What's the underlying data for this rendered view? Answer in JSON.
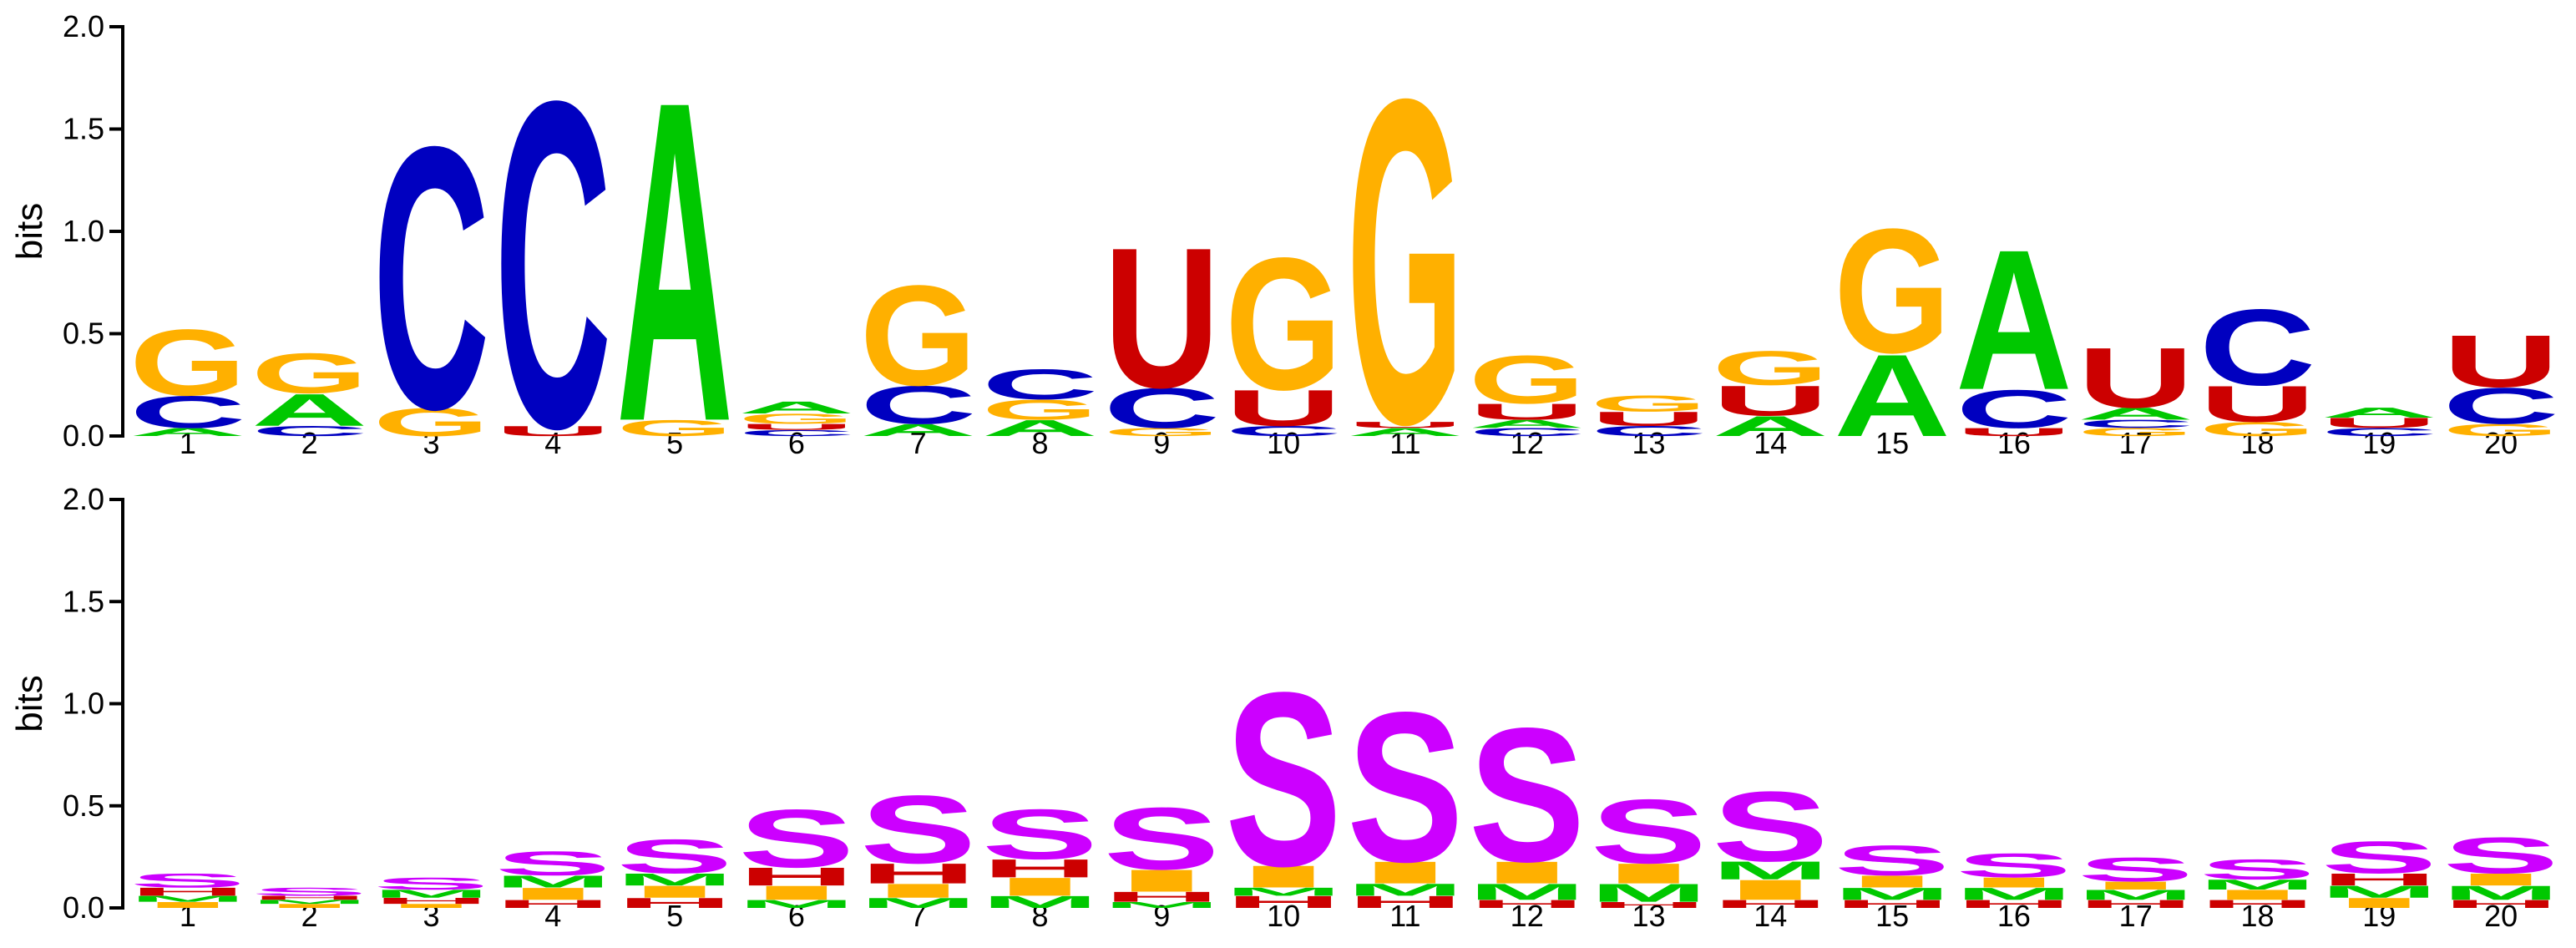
{
  "colors": {
    "A": "#00c800",
    "C": "#0000c0",
    "G": "#ffb000",
    "U": "#cc0000",
    "S": "#cc00ff",
    "M": "#00c800",
    "H": "#cc0000",
    "I": "#ffb000"
  },
  "chart_data": [
    {
      "type": "sequence_logo",
      "ylabel": "bits",
      "ylim": [
        0,
        2.0
      ],
      "yticks": [
        "0.0",
        "0.5",
        "1.0",
        "1.5",
        "2.0"
      ],
      "categories": [
        "1",
        "2",
        "3",
        "4",
        "5",
        "6",
        "7",
        "8",
        "9",
        "10",
        "11",
        "12",
        "13",
        "14",
        "15",
        "16",
        "17",
        "18",
        "19",
        "20"
      ],
      "positions": [
        [
          [
            "A",
            0.04
          ],
          [
            "C",
            0.16
          ],
          [
            "G",
            0.33
          ]
        ],
        [
          [
            "C",
            0.05
          ],
          [
            "A",
            0.16
          ],
          [
            "G",
            0.2
          ]
        ],
        [
          [
            "G",
            0.14
          ],
          [
            "C",
            1.31
          ]
        ],
        [
          [
            "U",
            0.05
          ],
          [
            "C",
            1.63
          ]
        ],
        [
          [
            "G",
            0.08
          ],
          [
            "A",
            1.6
          ]
        ],
        [
          [
            "C",
            0.03
          ],
          [
            "U",
            0.03
          ],
          [
            "G",
            0.05
          ],
          [
            "A",
            0.06
          ]
        ],
        [
          [
            "A",
            0.06
          ],
          [
            "C",
            0.19
          ],
          [
            "G",
            0.5
          ]
        ],
        [
          [
            "A",
            0.08
          ],
          [
            "G",
            0.1
          ],
          [
            "C",
            0.15
          ]
        ],
        [
          [
            "G",
            0.04
          ],
          [
            "C",
            0.2
          ],
          [
            "U",
            0.7
          ]
        ],
        [
          [
            "C",
            0.05
          ],
          [
            "U",
            0.18
          ],
          [
            "G",
            0.66
          ]
        ],
        [
          [
            "A",
            0.04
          ],
          [
            "U",
            0.03
          ],
          [
            "G",
            1.62
          ]
        ],
        [
          [
            "C",
            0.04
          ],
          [
            "A",
            0.04
          ],
          [
            "U",
            0.08
          ],
          [
            "G",
            0.24
          ]
        ],
        [
          [
            "C",
            0.05
          ],
          [
            "U",
            0.07
          ],
          [
            "G",
            0.08
          ]
        ],
        [
          [
            "A",
            0.1
          ],
          [
            "U",
            0.15
          ],
          [
            "G",
            0.17
          ]
        ],
        [
          [
            "A",
            0.41
          ],
          [
            "G",
            0.62
          ]
        ],
        [
          [
            "U",
            0.04
          ],
          [
            "C",
            0.19
          ],
          [
            "A",
            0.7
          ]
        ],
        [
          [
            "G",
            0.04
          ],
          [
            "C",
            0.04
          ],
          [
            "A",
            0.06
          ],
          [
            "U",
            0.3
          ]
        ],
        [
          [
            "G",
            0.07
          ],
          [
            "U",
            0.18
          ],
          [
            "C",
            0.38
          ]
        ],
        [
          [
            "C",
            0.04
          ],
          [
            "U",
            0.05
          ],
          [
            "A",
            0.05
          ]
        ],
        [
          [
            "G",
            0.06
          ],
          [
            "C",
            0.18
          ],
          [
            "U",
            0.26
          ]
        ]
      ]
    },
    {
      "type": "sequence_logo",
      "ylabel": "bits",
      "ylim": [
        0,
        2.0
      ],
      "yticks": [
        "0.0",
        "0.5",
        "1.0",
        "1.5",
        "2.0"
      ],
      "categories": [
        "1",
        "2",
        "3",
        "4",
        "5",
        "6",
        "7",
        "8",
        "9",
        "10",
        "11",
        "12",
        "13",
        "14",
        "15",
        "16",
        "17",
        "18",
        "19",
        "20"
      ],
      "positions": [
        [
          [
            "I",
            0.03
          ],
          [
            "M",
            0.03
          ],
          [
            "H",
            0.04
          ],
          [
            "S",
            0.07
          ]
        ],
        [
          [
            "I",
            0.02
          ],
          [
            "M",
            0.02
          ],
          [
            "H",
            0.02
          ],
          [
            "S",
            0.04
          ]
        ],
        [
          [
            "I",
            0.02
          ],
          [
            "H",
            0.03
          ],
          [
            "M",
            0.04
          ],
          [
            "S",
            0.06
          ]
        ],
        [
          [
            "H",
            0.04
          ],
          [
            "I",
            0.06
          ],
          [
            "M",
            0.06
          ],
          [
            "S",
            0.12
          ]
        ],
        [
          [
            "H",
            0.05
          ],
          [
            "I",
            0.06
          ],
          [
            "M",
            0.06
          ],
          [
            "S",
            0.17
          ]
        ],
        [
          [
            "M",
            0.04
          ],
          [
            "I",
            0.07
          ],
          [
            "H",
            0.09
          ],
          [
            "S",
            0.29
          ]
        ],
        [
          [
            "M",
            0.05
          ],
          [
            "I",
            0.07
          ],
          [
            "H",
            0.1
          ],
          [
            "S",
            0.34
          ]
        ],
        [
          [
            "M",
            0.06
          ],
          [
            "I",
            0.09
          ],
          [
            "H",
            0.09
          ],
          [
            "S",
            0.25
          ]
        ],
        [
          [
            "M",
            0.03
          ],
          [
            "H",
            0.05
          ],
          [
            "I",
            0.11
          ],
          [
            "S",
            0.31
          ]
        ],
        [
          [
            "H",
            0.06
          ],
          [
            "M",
            0.04
          ],
          [
            "I",
            0.11
          ],
          [
            "S",
            0.87
          ]
        ],
        [
          [
            "H",
            0.06
          ],
          [
            "M",
            0.06
          ],
          [
            "I",
            0.11
          ],
          [
            "S",
            0.75
          ]
        ],
        [
          [
            "H",
            0.04
          ],
          [
            "M",
            0.08
          ],
          [
            "I",
            0.11
          ],
          [
            "S",
            0.67
          ]
        ],
        [
          [
            "H",
            0.03
          ],
          [
            "M",
            0.09
          ],
          [
            "I",
            0.1
          ],
          [
            "S",
            0.32
          ]
        ],
        [
          [
            "H",
            0.04
          ],
          [
            "I",
            0.1
          ],
          [
            "M",
            0.09
          ],
          [
            "S",
            0.35
          ]
        ],
        [
          [
            "H",
            0.04
          ],
          [
            "M",
            0.06
          ],
          [
            "I",
            0.06
          ],
          [
            "S",
            0.15
          ]
        ],
        [
          [
            "H",
            0.04
          ],
          [
            "M",
            0.06
          ],
          [
            "I",
            0.05
          ],
          [
            "S",
            0.12
          ]
        ],
        [
          [
            "H",
            0.04
          ],
          [
            "M",
            0.05
          ],
          [
            "I",
            0.04
          ],
          [
            "S",
            0.12
          ]
        ],
        [
          [
            "H",
            0.04
          ],
          [
            "I",
            0.05
          ],
          [
            "M",
            0.05
          ],
          [
            "S",
            0.1
          ]
        ],
        [
          [
            "I",
            0.05
          ],
          [
            "M",
            0.06
          ],
          [
            "H",
            0.06
          ],
          [
            "S",
            0.16
          ]
        ],
        [
          [
            "H",
            0.04
          ],
          [
            "M",
            0.07
          ],
          [
            "I",
            0.06
          ],
          [
            "S",
            0.18
          ]
        ]
      ]
    }
  ]
}
